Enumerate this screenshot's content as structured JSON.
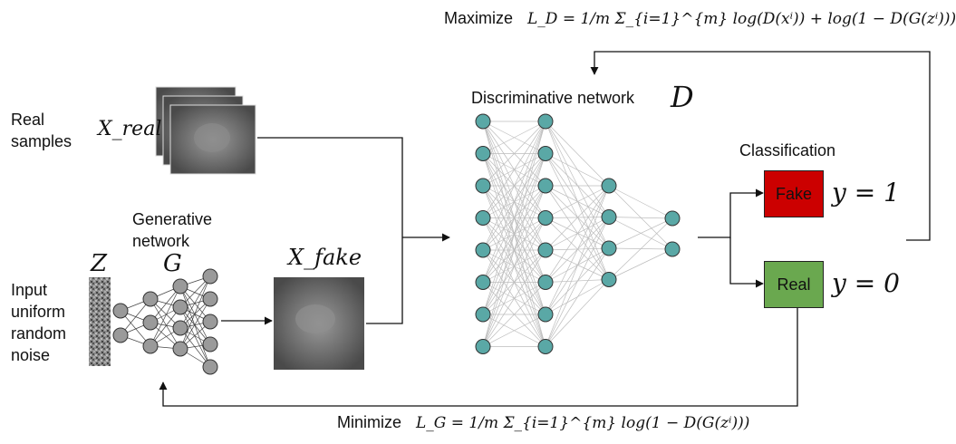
{
  "maximize": {
    "label": "Maximize",
    "formula": "L_D = 1/m Σ_{i=1}^{m} log(D(xⁱ)) + log(1 − D(G(zⁱ)))"
  },
  "minimize": {
    "label": "Minimize",
    "formula": "L_G = 1/m Σ_{i=1}^{m} log(1 − D(G(zⁱ)))"
  },
  "real_samples": {
    "line1": "Real",
    "line2": "samples",
    "symbol": "X_real"
  },
  "noise": {
    "line1": "Input",
    "line2": "uniform",
    "line3": "random",
    "line4": "noise",
    "symbol": "Z"
  },
  "generator": {
    "line1": "Generative",
    "line2": "network",
    "symbol": "G"
  },
  "fake_samples": {
    "symbol": "X_fake"
  },
  "discriminator": {
    "label": "Discriminative network",
    "symbol": "D"
  },
  "classification": {
    "title": "Classification",
    "fake": {
      "label": "Fake",
      "equation": "y = 1"
    },
    "real": {
      "label": "Real",
      "equation": "y = 0"
    }
  },
  "colors": {
    "node_fill": "#5aa8a6",
    "gen_node_fill": "#9a9a9a",
    "fake_box": "#cc0000",
    "real_box": "#6aa84f",
    "image_gray": "#6e6e6e"
  }
}
